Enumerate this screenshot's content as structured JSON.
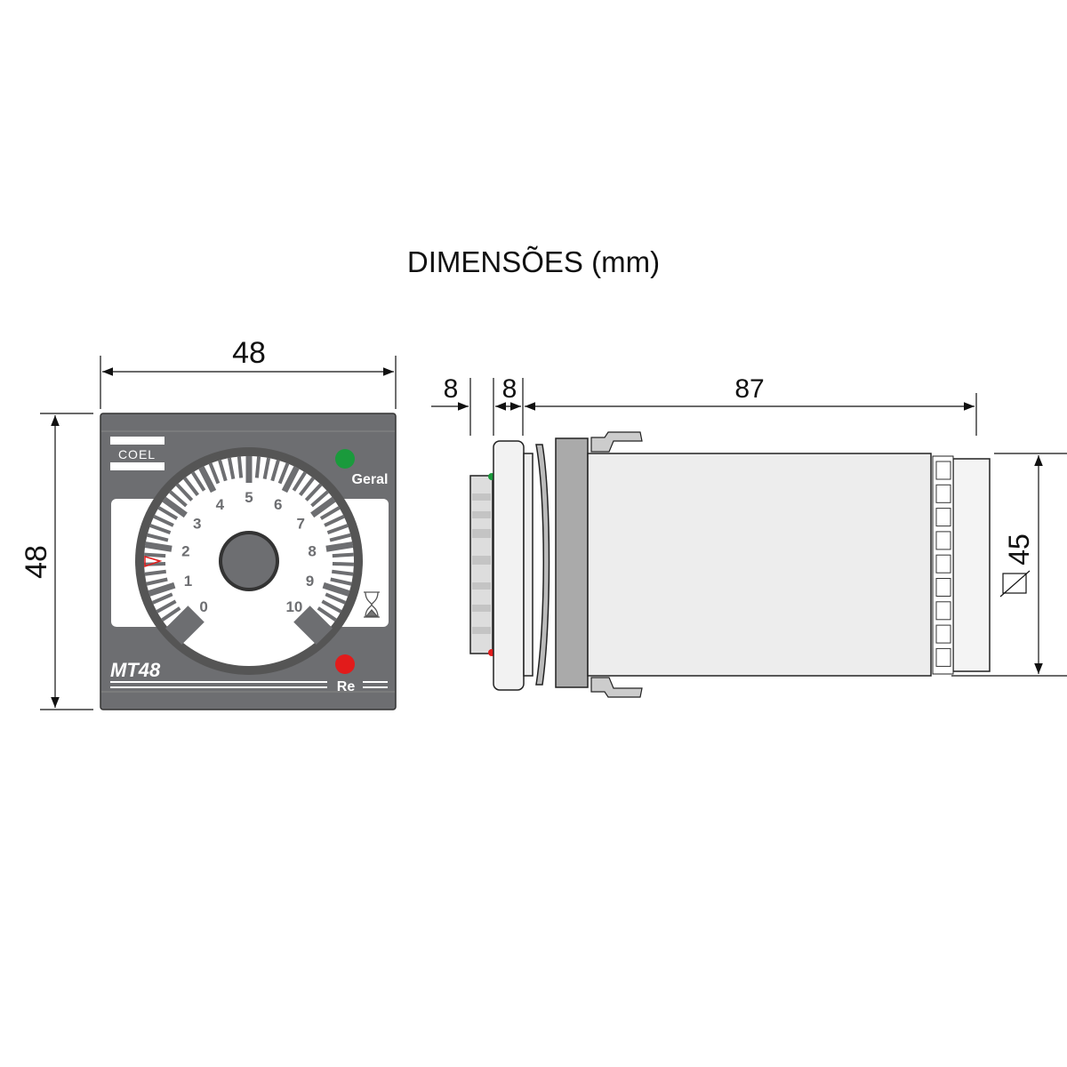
{
  "title": "DIMENSÕES (mm)",
  "front_view": {
    "width_label": "48",
    "height_label": "48",
    "brand": "COEL",
    "model": "MT48",
    "led_top_label": "Geral",
    "led_bottom_label": "Re",
    "dial_numbers": [
      "0",
      "1",
      "2",
      "3",
      "4",
      "5",
      "6",
      "7",
      "8",
      "9",
      "10"
    ],
    "icon": "hourglass-icon"
  },
  "side_view": {
    "knob_depth_label": "8",
    "bezel_depth_label": "8",
    "body_length_label": "87",
    "body_square_label": "45",
    "square_symbol": "square-diagonal-icon"
  },
  "colors": {
    "panel": "#6d6e71",
    "led_green": "#1a9a3c",
    "led_red": "#e21b1b",
    "body": "#ededed"
  }
}
